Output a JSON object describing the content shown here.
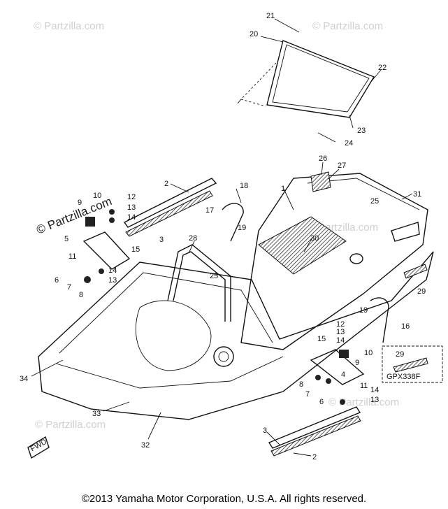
{
  "watermarks": {
    "faint": "© Partzilla.com",
    "dark": "© Partzilla.com"
  },
  "copyright": "©2013 Yamaha Motor Corporation, U.S.A. All rights reserved.",
  "fwd_label": "FWD",
  "inset": {
    "part_number": "29",
    "code": "GPX338F"
  },
  "callouts": [
    {
      "id": "c21",
      "label": "21"
    },
    {
      "id": "c20",
      "label": "20"
    },
    {
      "id": "c22",
      "label": "22"
    },
    {
      "id": "c23",
      "label": "23"
    },
    {
      "id": "c24",
      "label": "24"
    },
    {
      "id": "c26",
      "label": "26"
    },
    {
      "id": "c27",
      "label": "27"
    },
    {
      "id": "c2a",
      "label": "2"
    },
    {
      "id": "c18a",
      "label": "18"
    },
    {
      "id": "c1",
      "label": "1"
    },
    {
      "id": "c31",
      "label": "31"
    },
    {
      "id": "c10a",
      "label": "10"
    },
    {
      "id": "c9a",
      "label": "9"
    },
    {
      "id": "c12a",
      "label": "12"
    },
    {
      "id": "c13a",
      "label": "13"
    },
    {
      "id": "c14a",
      "label": "14"
    },
    {
      "id": "c25a",
      "label": "25"
    },
    {
      "id": "c17",
      "label": "17"
    },
    {
      "id": "c19a",
      "label": "19"
    },
    {
      "id": "c3a",
      "label": "3"
    },
    {
      "id": "c5",
      "label": "5"
    },
    {
      "id": "c15a",
      "label": "15"
    },
    {
      "id": "c28",
      "label": "28"
    },
    {
      "id": "c30",
      "label": "30"
    },
    {
      "id": "c11a",
      "label": "11"
    },
    {
      "id": "c14b",
      "label": "14"
    },
    {
      "id": "c13b",
      "label": "13"
    },
    {
      "id": "c6a",
      "label": "6"
    },
    {
      "id": "c7a",
      "label": "7"
    },
    {
      "id": "c8a",
      "label": "8"
    },
    {
      "id": "c25b",
      "label": "25"
    },
    {
      "id": "c29a",
      "label": "29"
    },
    {
      "id": "c19b",
      "label": "19"
    },
    {
      "id": "c16",
      "label": "16"
    },
    {
      "id": "c12b",
      "label": "12"
    },
    {
      "id": "c13c",
      "label": "13"
    },
    {
      "id": "c14c",
      "label": "14"
    },
    {
      "id": "c15b",
      "label": "15"
    },
    {
      "id": "c10b",
      "label": "10"
    },
    {
      "id": "c9b",
      "label": "9"
    },
    {
      "id": "c4",
      "label": "4"
    },
    {
      "id": "c11b",
      "label": "11"
    },
    {
      "id": "c14d",
      "label": "14"
    },
    {
      "id": "c13d",
      "label": "13"
    },
    {
      "id": "c8b",
      "label": "8"
    },
    {
      "id": "c7b",
      "label": "7"
    },
    {
      "id": "c6b",
      "label": "6"
    },
    {
      "id": "c34",
      "label": "34"
    },
    {
      "id": "c33",
      "label": "33"
    },
    {
      "id": "c32",
      "label": "32"
    },
    {
      "id": "c3b",
      "label": "3"
    },
    {
      "id": "c2b",
      "label": "2"
    }
  ]
}
